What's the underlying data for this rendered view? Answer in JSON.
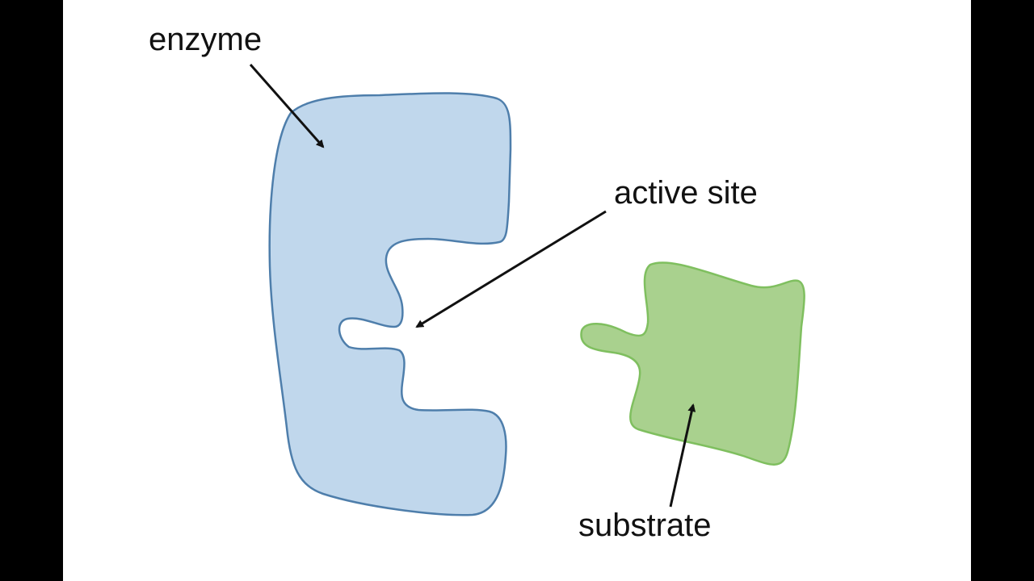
{
  "labels": {
    "enzyme": "enzyme",
    "active_site": "active site",
    "substrate": "substrate"
  },
  "colors": {
    "background": "#ffffff",
    "side_bars": "#000000",
    "enzyme_fill": "#c0d7ec",
    "enzyme_stroke": "#4e7eab",
    "substrate_fill": "#a9d18e",
    "substrate_stroke": "#7fbf5f",
    "arrow": "#111111",
    "text": "#111111"
  }
}
